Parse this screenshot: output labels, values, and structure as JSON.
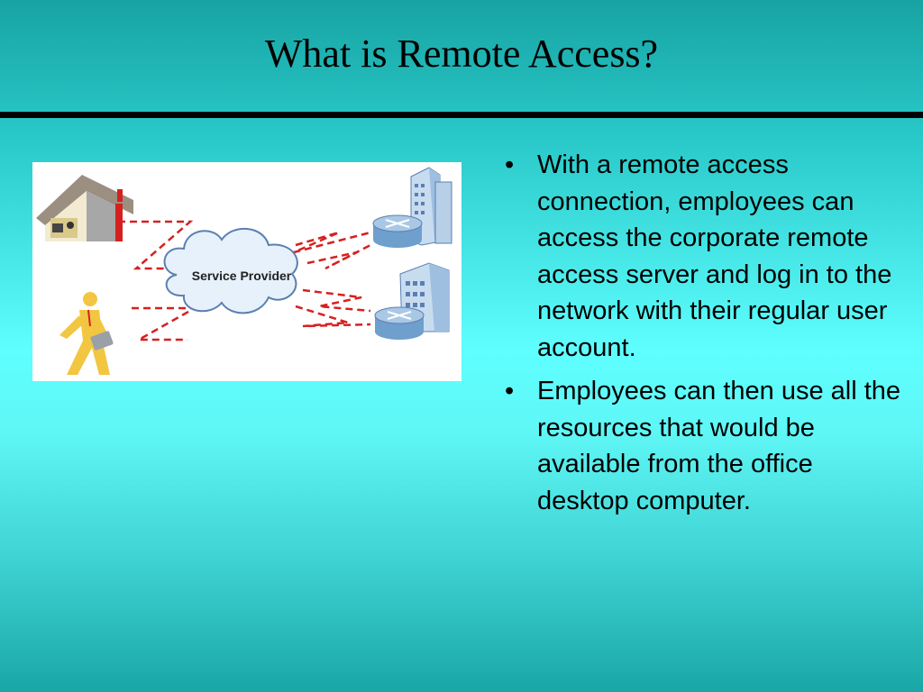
{
  "slide": {
    "title": "What is Remote Access?"
  },
  "diagram": {
    "cloud_label": "Service Provider",
    "colors": {
      "link": "#d62020",
      "cloud_fill": "#e6f1fb",
      "cloud_stroke": "#5b7fb0",
      "building": "#c8dcf0",
      "router": "#6f9fcc",
      "figure": "#f2c641"
    },
    "icons": [
      "home-office-icon",
      "mobile-worker-icon",
      "cloud-icon",
      "building-icon",
      "router-icon"
    ]
  },
  "bullets": [
    {
      "marker": "•",
      "text": "With a remote access connection, employees can access the corporate remote access server and log in to the network with their regular user account."
    },
    {
      "marker": "•",
      "text": "Employees can then use all the resources that would be available from the office desktop computer."
    }
  ]
}
